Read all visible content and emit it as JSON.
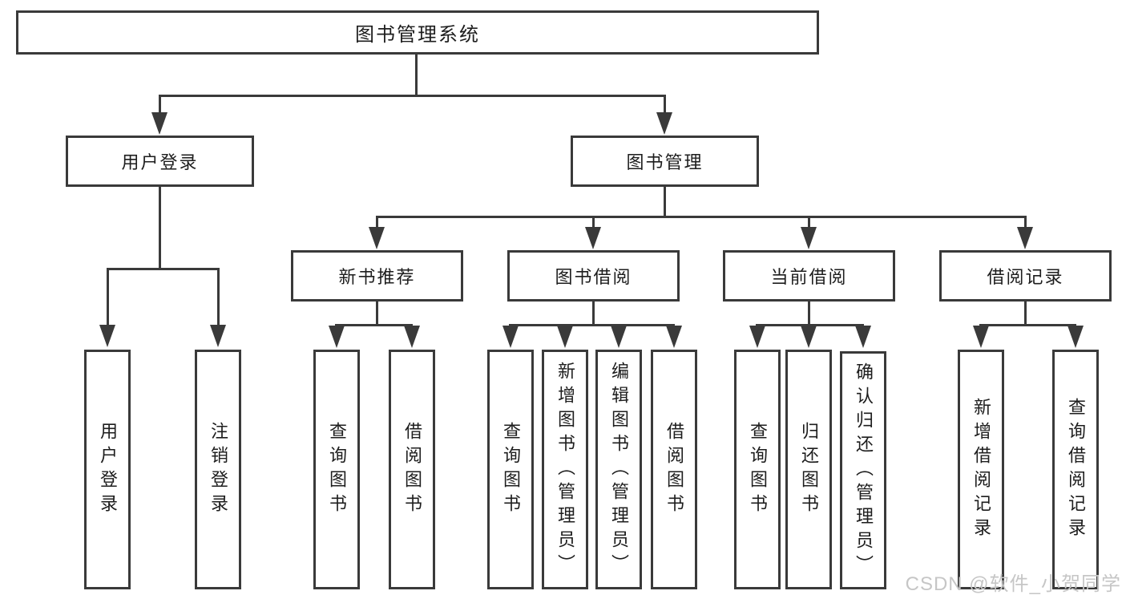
{
  "tree": {
    "label": "图书管理系统",
    "children": [
      {
        "label": "用户登录",
        "children": [
          {
            "label": "用户登录"
          },
          {
            "label": "注销登录"
          }
        ]
      },
      {
        "label": "图书管理",
        "children": [
          {
            "label": "新书推荐",
            "children": [
              {
                "label": "查询图书"
              },
              {
                "label": "借阅图书"
              }
            ]
          },
          {
            "label": "图书借阅",
            "children": [
              {
                "label": "查询图书"
              },
              {
                "label": "新增图书（管理员）"
              },
              {
                "label": "编辑图书（管理员）"
              },
              {
                "label": "借阅图书"
              }
            ]
          },
          {
            "label": "当前借阅",
            "children": [
              {
                "label": "查询图书"
              },
              {
                "label": "归还图书"
              },
              {
                "label": "确认归还（管理员）"
              }
            ]
          },
          {
            "label": "借阅记录",
            "children": [
              {
                "label": "新增借阅记录"
              },
              {
                "label": "查询借阅记录"
              }
            ]
          }
        ]
      }
    ]
  },
  "watermark": {
    "text": "CSDN @软件_小贺同学"
  },
  "colors": {
    "line": "#3a3a3a",
    "text": "#1d1d1d",
    "watermark": "#c6c6c6",
    "background": "#ffffff"
  }
}
